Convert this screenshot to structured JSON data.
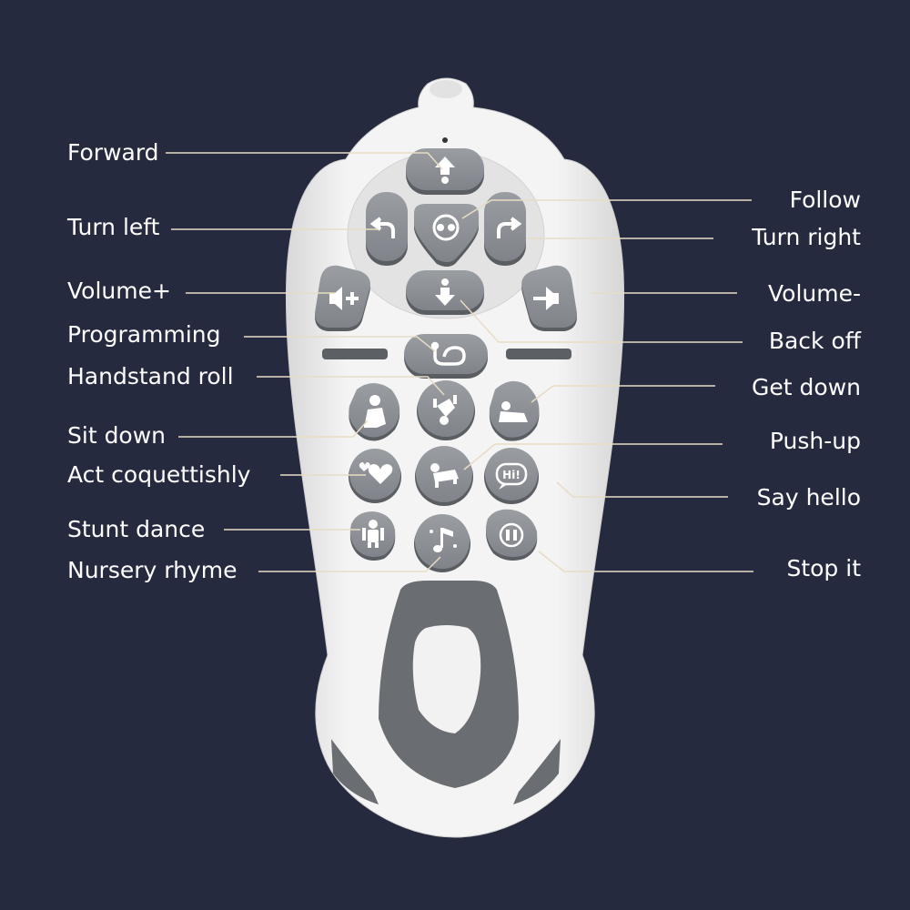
{
  "colors": {
    "background": "#252a3f",
    "remote_body": "#ececec",
    "button_fill": "#8e9297",
    "button_shadow": "#5a5e63",
    "icon": "#ffffff",
    "leader_line": "#e8dcc4"
  },
  "labels": {
    "forward": "Forward",
    "turn_left": "Turn left",
    "volume_up": "Volume+",
    "programming": "Programming",
    "handstand_roll": "Handstand roll",
    "sit_down": "Sit down",
    "act_coquettishly": "Act coquettishly",
    "stunt_dance": "Stunt dance",
    "nursery_rhyme": "Nursery rhyme",
    "follow": "Follow",
    "turn_right": "Turn right",
    "volume_down": "Volume-",
    "back_off": "Back off",
    "get_down": "Get down",
    "push_up": "Push-up",
    "say_hello": "Say hello",
    "stop_it": "Stop it"
  },
  "buttons": {
    "hi_text": "Hi!"
  },
  "icons": {
    "forward": "arrow-up-icon",
    "follow": "follow-icon",
    "turn_left": "turn-left-icon",
    "turn_right": "turn-right-icon",
    "back_off": "arrow-down-icon",
    "volume_up": "volume-up-icon",
    "volume_down": "volume-down-icon",
    "programming": "loop-icon",
    "sit_down": "sitting-dog-icon",
    "handstand_roll": "handstand-dog-icon",
    "get_down": "lying-dog-icon",
    "act_coquettishly": "hearts-icon",
    "push_up": "pushup-dog-icon",
    "say_hello": "speech-bubble-icon",
    "stunt_dance": "dance-icon",
    "nursery_rhyme": "music-note-icon",
    "stop_it": "pause-icon"
  }
}
